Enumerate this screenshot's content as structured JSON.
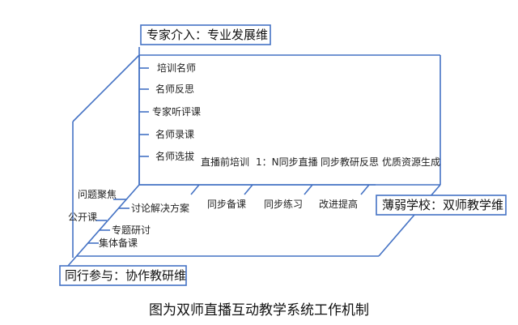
{
  "colors": {
    "line": "#4472C4",
    "box_border": "#4472C4",
    "text": "#222222"
  },
  "axes": {
    "vertical_title": "专家介入：专业发展维",
    "right_title": "薄弱学校：双师教学维",
    "front_title": "同行参与：协作教研维"
  },
  "vertical_items": [
    "培训名师",
    "名师反思",
    "专家听评课",
    "名师录课",
    "名师选拔"
  ],
  "right_top_items": [
    "直播前培训",
    "1：N同步直播",
    "同步教研反思",
    "优质资源生成"
  ],
  "right_bottom_items": [
    "同步备课",
    "同步练习",
    "改进提高"
  ],
  "front_items": [
    "问题聚焦",
    "讨论解决方案",
    "公开课",
    "专题研讨",
    "集体备课"
  ],
  "caption": "图为双师直播互动教学系统工作机制"
}
